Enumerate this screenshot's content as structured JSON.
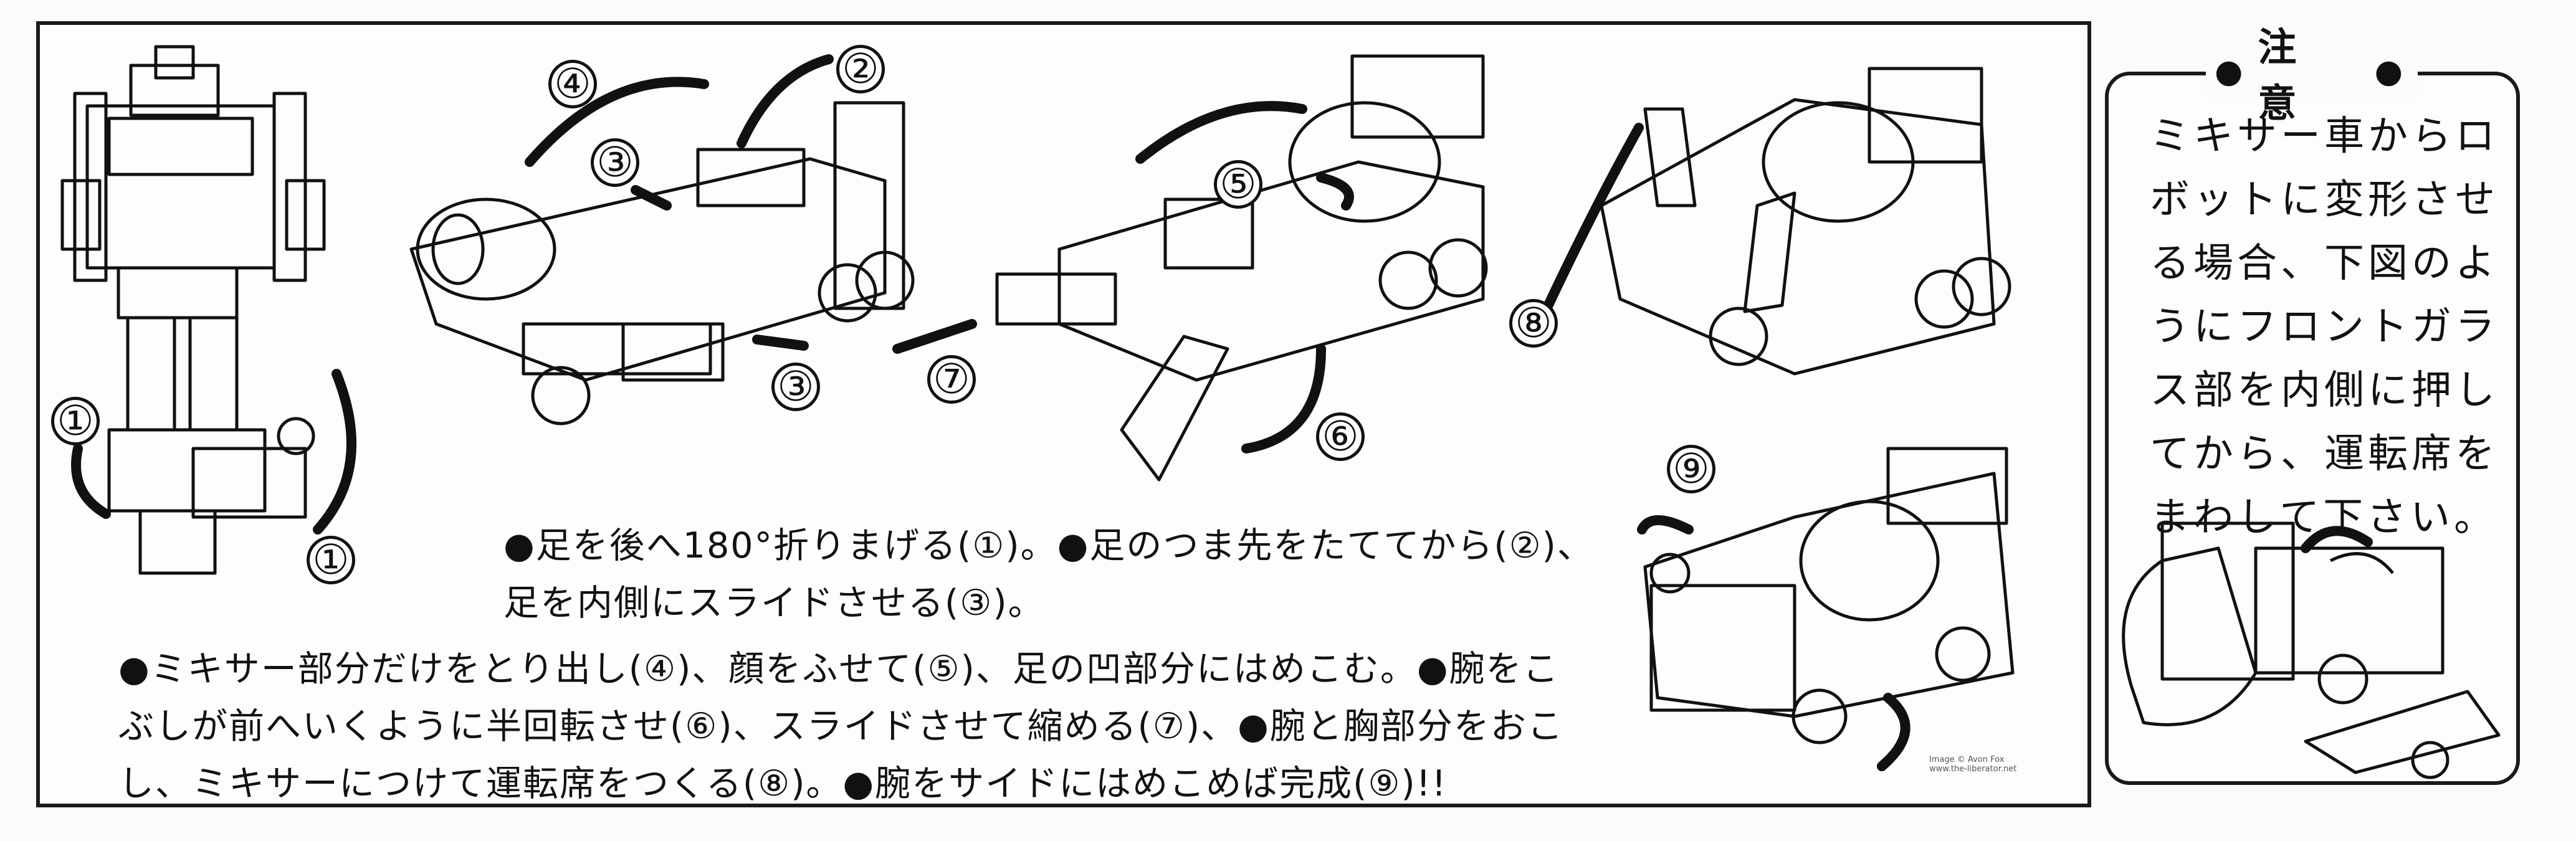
{
  "caution": {
    "title": "注 意",
    "text": "ミキサー車からロボットに変形させる場合、下図のようにフロントガラス部を内側に押してから、運転席をまわして下さい。"
  },
  "instructions": {
    "line1": "●足を後へ180°折りまげる(①)。●足のつま先をたててから(②)、",
    "line2": "足を内側にスライドさせる(③)。",
    "line3": "●ミキサー部分だけをとり出し(④)、顔をふせて(⑤)、足の凹部分にはめこむ。●腕をこ",
    "line4": "ぶしが前へいくように半回転させ(⑥)、スライドさせて縮める(⑦)、●腕と胸部分をおこ",
    "line5": "し、ミキサーにつけて運転席をつくる(⑧)。●腕をサイドにはめこめば完成(⑨)!!"
  },
  "step_labels": [
    "①",
    "①",
    "②",
    "③",
    "③",
    "④",
    "⑤",
    "⑥",
    "⑦",
    "⑧",
    "⑨"
  ],
  "watermark": {
    "line1": "Image © Avon Fox",
    "line2": "www.the-liberator.net"
  },
  "colors": {
    "ink": "#111111",
    "paper": "#fbfbf9"
  }
}
